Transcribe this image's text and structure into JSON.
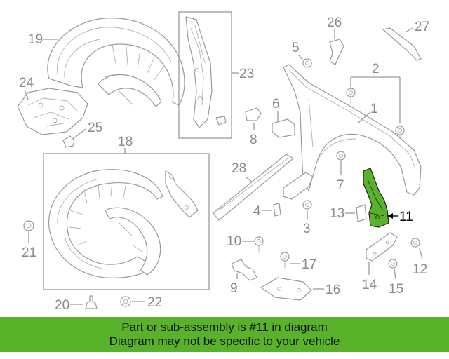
{
  "diagram": {
    "highlight_color": "#58b32a",
    "highlighted_part": "11",
    "parts": [
      {
        "id": "p1",
        "label": "1"
      },
      {
        "id": "p2",
        "label": "2"
      },
      {
        "id": "p3",
        "label": "3"
      },
      {
        "id": "p4",
        "label": "4"
      },
      {
        "id": "p5",
        "label": "5"
      },
      {
        "id": "p6",
        "label": "6"
      },
      {
        "id": "p7",
        "label": "7"
      },
      {
        "id": "p8",
        "label": "8"
      },
      {
        "id": "p9",
        "label": "9"
      },
      {
        "id": "p10",
        "label": "10"
      },
      {
        "id": "p11",
        "label": "11"
      },
      {
        "id": "p12",
        "label": "12"
      },
      {
        "id": "p13",
        "label": "13"
      },
      {
        "id": "p14",
        "label": "14"
      },
      {
        "id": "p15",
        "label": "15"
      },
      {
        "id": "p16",
        "label": "16"
      },
      {
        "id": "p17",
        "label": "17"
      },
      {
        "id": "p18",
        "label": "18"
      },
      {
        "id": "p19",
        "label": "19"
      },
      {
        "id": "p20",
        "label": "20"
      },
      {
        "id": "p21",
        "label": "21"
      },
      {
        "id": "p22",
        "label": "22"
      },
      {
        "id": "p23",
        "label": "23"
      },
      {
        "id": "p24",
        "label": "24"
      },
      {
        "id": "p25",
        "label": "25"
      },
      {
        "id": "p26",
        "label": "26"
      },
      {
        "id": "p27",
        "label": "27"
      },
      {
        "id": "p28",
        "label": "28"
      }
    ]
  },
  "banner": {
    "line1": "Part or sub-assembly is #11 in diagram",
    "line2": "Diagram may not be specific to your vehicle",
    "background": "#58b32a"
  }
}
